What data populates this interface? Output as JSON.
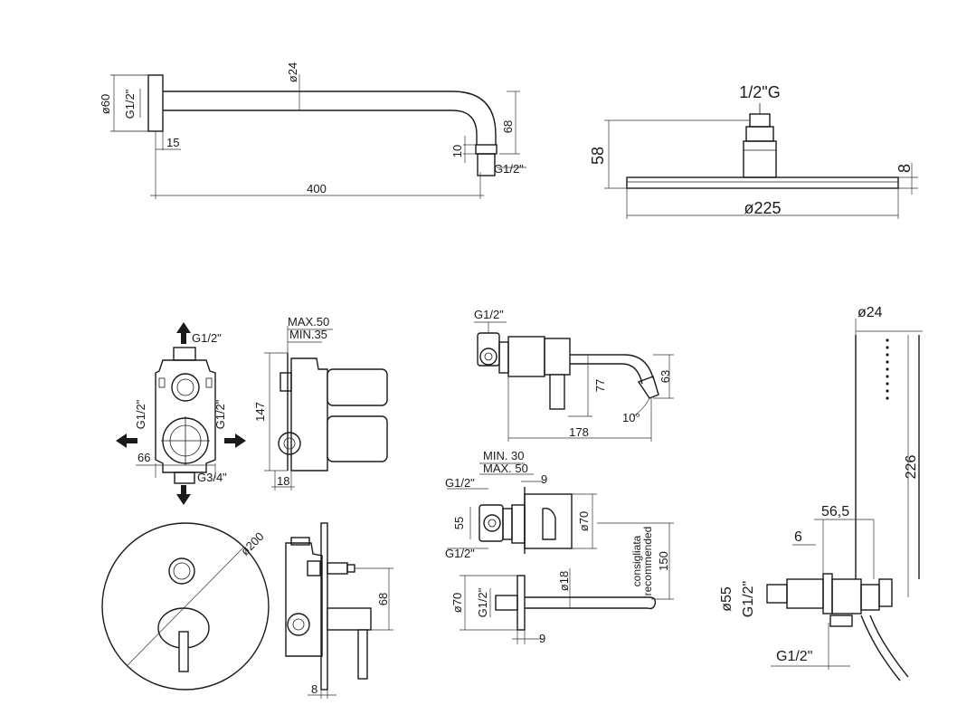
{
  "shower_arm": {
    "dia_flange": "ø60",
    "thread_wall": "G1/2\"",
    "dia_pipe": "ø24",
    "depth_flange": "15",
    "length": "400",
    "drop": "68",
    "outlet_len": "10",
    "thread_out": "G1/2\""
  },
  "head": {
    "thread": "1/2\"G",
    "height": "58",
    "thickness": "8",
    "diameter": "ø225"
  },
  "valve_body": {
    "thread_top": "G1/2\"",
    "thread_left": "G1/2\"",
    "thread_right": "G1/2\"",
    "thread_bottom": "G3/4\"",
    "width": "66",
    "height": "147",
    "depth": "18",
    "max_depth": "MAX.50",
    "min_depth": "MIN.35"
  },
  "plate": {
    "diameter": "ø200",
    "proj": "68",
    "thick": "8"
  },
  "wall_spout": {
    "thread": "G1/2\"",
    "length": "178",
    "h1": "77",
    "h2": "63",
    "angle": "10°"
  },
  "basin_mixer": {
    "min": "MIN. 30",
    "max": "MAX. 50",
    "thread_top": "G1/2\"",
    "thread_bottom": "G1/2\"",
    "w9_top": "9",
    "h55": "55",
    "dia70": "ø70",
    "dia18": "ø18",
    "dia70b": "ø70",
    "thread_b": "G1/2\"",
    "w9_bottom": "9",
    "rec_1": "consigliata",
    "rec_2": "recommended",
    "rec_val": "150"
  },
  "hand_shower": {
    "dia24": "ø24",
    "len226": "226",
    "w56": "56,5",
    "w6": "6",
    "dia55": "ø55",
    "thread_side": "G1/2\"",
    "thread_bottom": "G1/2\""
  }
}
